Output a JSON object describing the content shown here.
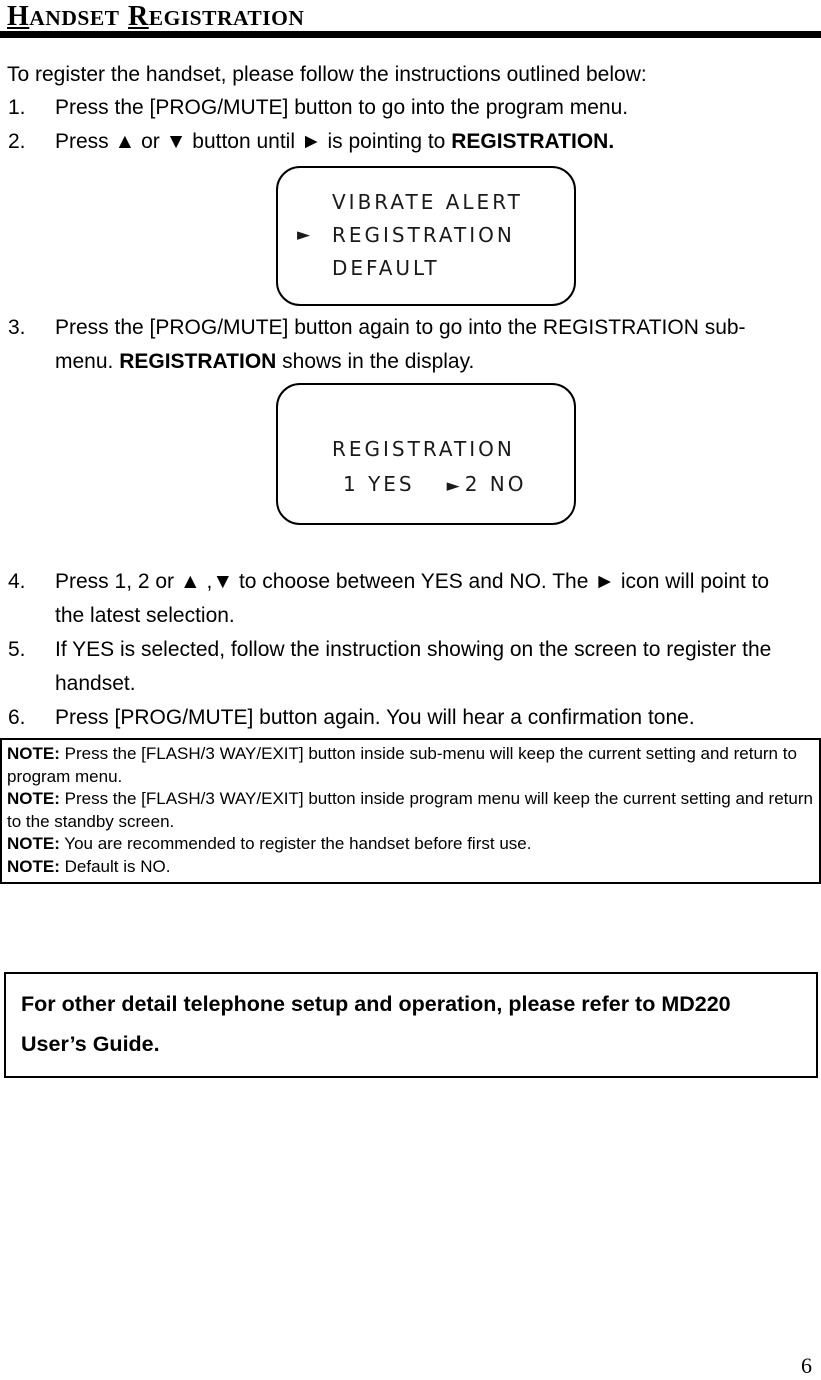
{
  "header": {
    "title": "HANDSET REGISTRATION",
    "word1_initial": "H",
    "word1_rest": "ANDSET",
    "word2_initial": "R",
    "word2_rest": "EGISTRATION"
  },
  "intro": "To register the handset, please follow the instructions outlined below:",
  "steps": {
    "s1": {
      "num": "1.",
      "pre": "Press the [PROG/MUTE] button to go into the program menu.",
      "bold": "",
      "post": ""
    },
    "s2": {
      "num": "2.",
      "pre": "Press ▲ or ▼ button until ► is pointing to ",
      "bold": "REGISTRATION.",
      "post": ""
    },
    "s3": {
      "num": "3.",
      "pre": "Press the [PROG/MUTE] button again to go into the REGISTRATION sub-menu. ",
      "bold": "REGISTRATION",
      "post": " shows in the display."
    },
    "s4": {
      "num": "4.",
      "pre": "Press 1, 2 or ▲ ,▼ to choose between YES and NO. The ► icon will point to the latest selection.",
      "bold": "",
      "post": ""
    },
    "s5": {
      "num": "5.",
      "pre": "If YES is selected, follow the instruction showing on the screen to register the handset.",
      "bold": "",
      "post": ""
    },
    "s6": {
      "num": "6.",
      "pre": "Press [PROG/MUTE] button again. You will hear a confirmation tone.",
      "bold": "",
      "post": ""
    }
  },
  "lcd_menu_display": {
    "pointer": "►",
    "line1": "VIBRATE ALERT",
    "line2": "REGISTRATION",
    "line3": "DEFAULT"
  },
  "lcd_registration_display": {
    "title": "REGISTRATION",
    "option_yes": "1 YES",
    "pointer": "►",
    "option_no": "2 NO"
  },
  "notes": [
    {
      "label": "NOTE:",
      "text": " Press the [FLASH/3 WAY/EXIT] button inside sub-menu will keep the current setting and return to program menu."
    },
    {
      "label": "NOTE:",
      "text": " Press the [FLASH/3 WAY/EXIT] button inside program menu will keep the current setting and return to the standby screen."
    },
    {
      "label": "NOTE:",
      "text": " You are recommended to register the handset before first use."
    },
    {
      "label": "NOTE:",
      "text": " Default is NO."
    }
  ],
  "footer_box": "For other detail telephone setup and operation, please refer to MD220 User’s Guide.",
  "page_number": "6",
  "colors": {
    "text": "#000000",
    "background": "#ffffff",
    "border": "#000000"
  }
}
